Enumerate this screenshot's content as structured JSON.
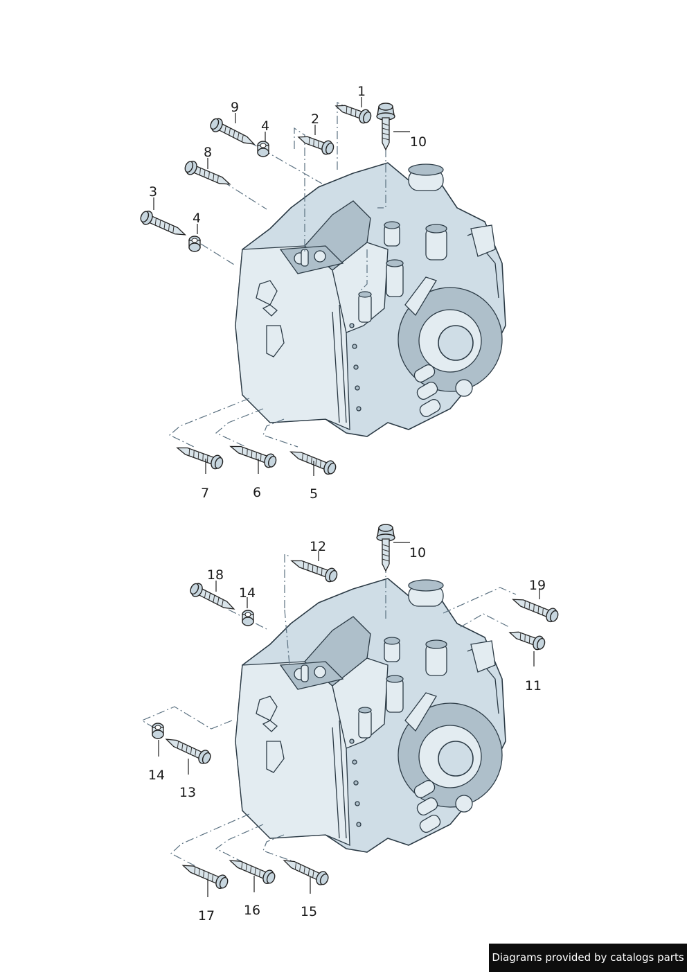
{
  "diagram": {
    "upper_labels": [
      "1",
      "2",
      "3",
      "4",
      "4",
      "5",
      "6",
      "7",
      "8",
      "9",
      "10"
    ],
    "lower_labels": [
      "10",
      "11",
      "12",
      "13",
      "14",
      "14",
      "15",
      "16",
      "17",
      "18",
      "19"
    ]
  },
  "footer": {
    "credit": "Diagrams provided by catalogs parts"
  }
}
